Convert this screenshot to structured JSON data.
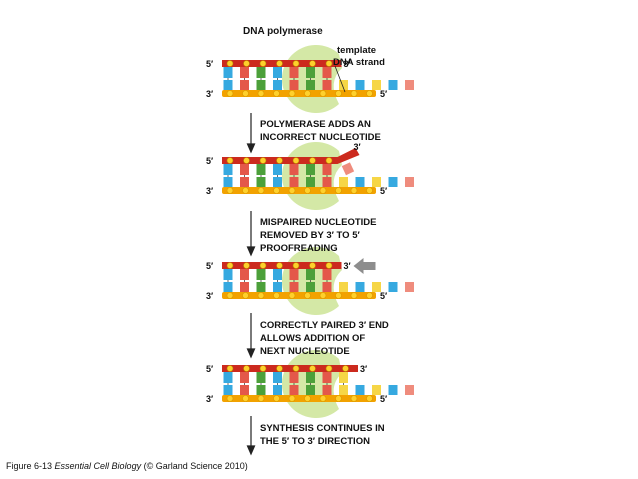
{
  "labels": {
    "polymerase": "DNA polymerase",
    "template_line1": "template",
    "template_line2": "DNA strand"
  },
  "end_labels": {
    "five": "5′",
    "three": "3′"
  },
  "steps": [
    {
      "lines": [
        "POLYMERASE ADDS AN",
        "INCORRECT NUCLEOTIDE"
      ]
    },
    {
      "lines": [
        "MISPAIRED NUCLEOTIDE",
        "REMOVED BY 3′ TO 5′",
        "PROOFREADING"
      ]
    },
    {
      "lines": [
        "CORRECTLY PAIRED 3′ END",
        "ALLOWS ADDITION OF",
        "NEXT NUCLEOTIDE"
      ]
    },
    {
      "lines": [
        "SYNTHESIS CONTINUES IN",
        "THE 5′ TO 3′ DIRECTION"
      ]
    }
  ],
  "caption": {
    "prefix": "Figure 6-13  ",
    "book": "Essential Cell Biology",
    "suffix": " (© Garland Science 2010)"
  },
  "colors": {
    "strand_red": "#cc2a1e",
    "strand_orange": "#f2a200",
    "bead": "#ffd02c",
    "polymerase": "#d4e8a6",
    "blue": "#36a9e0",
    "red": "#e4584a",
    "green": "#4ca03a",
    "yellow": "#f6d646",
    "pink": "#ef8c7d",
    "arrow_gray": "#8d8d8d"
  },
  "nucleotide_colors": [
    "blue",
    "red",
    "green",
    "blue",
    "red",
    "green",
    "red",
    "yellow",
    "blue",
    "yellow",
    "blue",
    "pink"
  ]
}
